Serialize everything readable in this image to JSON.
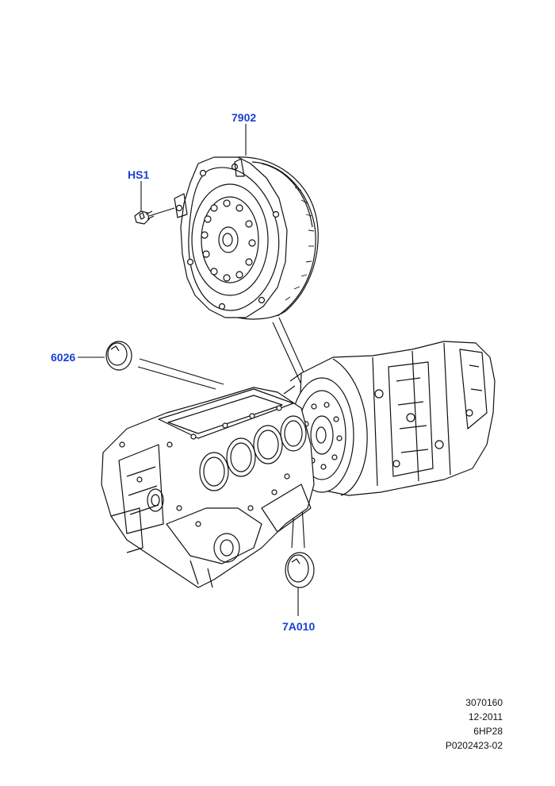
{
  "colors": {
    "callout": "#1a3fd6",
    "line": "#111111",
    "background": "#ffffff"
  },
  "callouts": {
    "torque_converter": "7902",
    "bolt": "HS1",
    "cover_plug": "6026",
    "access_plug": "7A010"
  },
  "footer": {
    "line1": "3070160",
    "line2": "12-2011",
    "line3": "6HP28",
    "line4": "P0202423-02"
  }
}
